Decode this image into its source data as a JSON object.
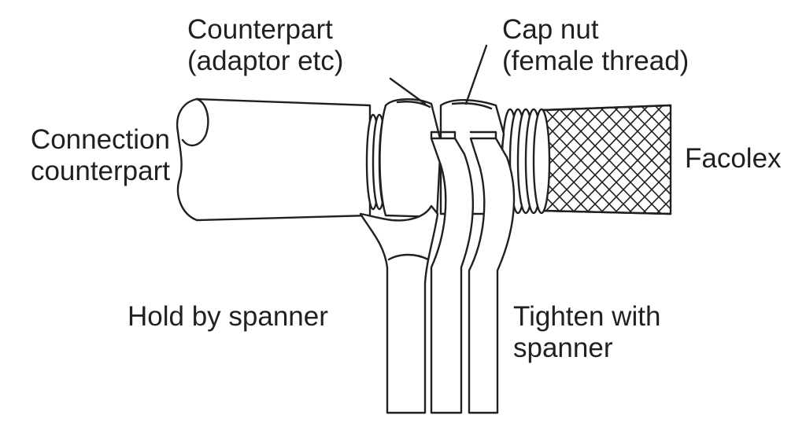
{
  "labels": {
    "counterpart": [
      "Counterpart",
      "(adaptor etc)"
    ],
    "cap_nut": [
      "Cap nut",
      "(female thread)"
    ],
    "connection_counterpart": [
      "Connection",
      "counterpart"
    ],
    "facolex": [
      "Facolex"
    ],
    "hold_by_spanner": [
      "Hold by spanner"
    ],
    "tighten_with_spanner": [
      "Tighten with",
      "spanner"
    ]
  },
  "colors": {
    "ink": "#231f20",
    "background": "#ffffff"
  }
}
